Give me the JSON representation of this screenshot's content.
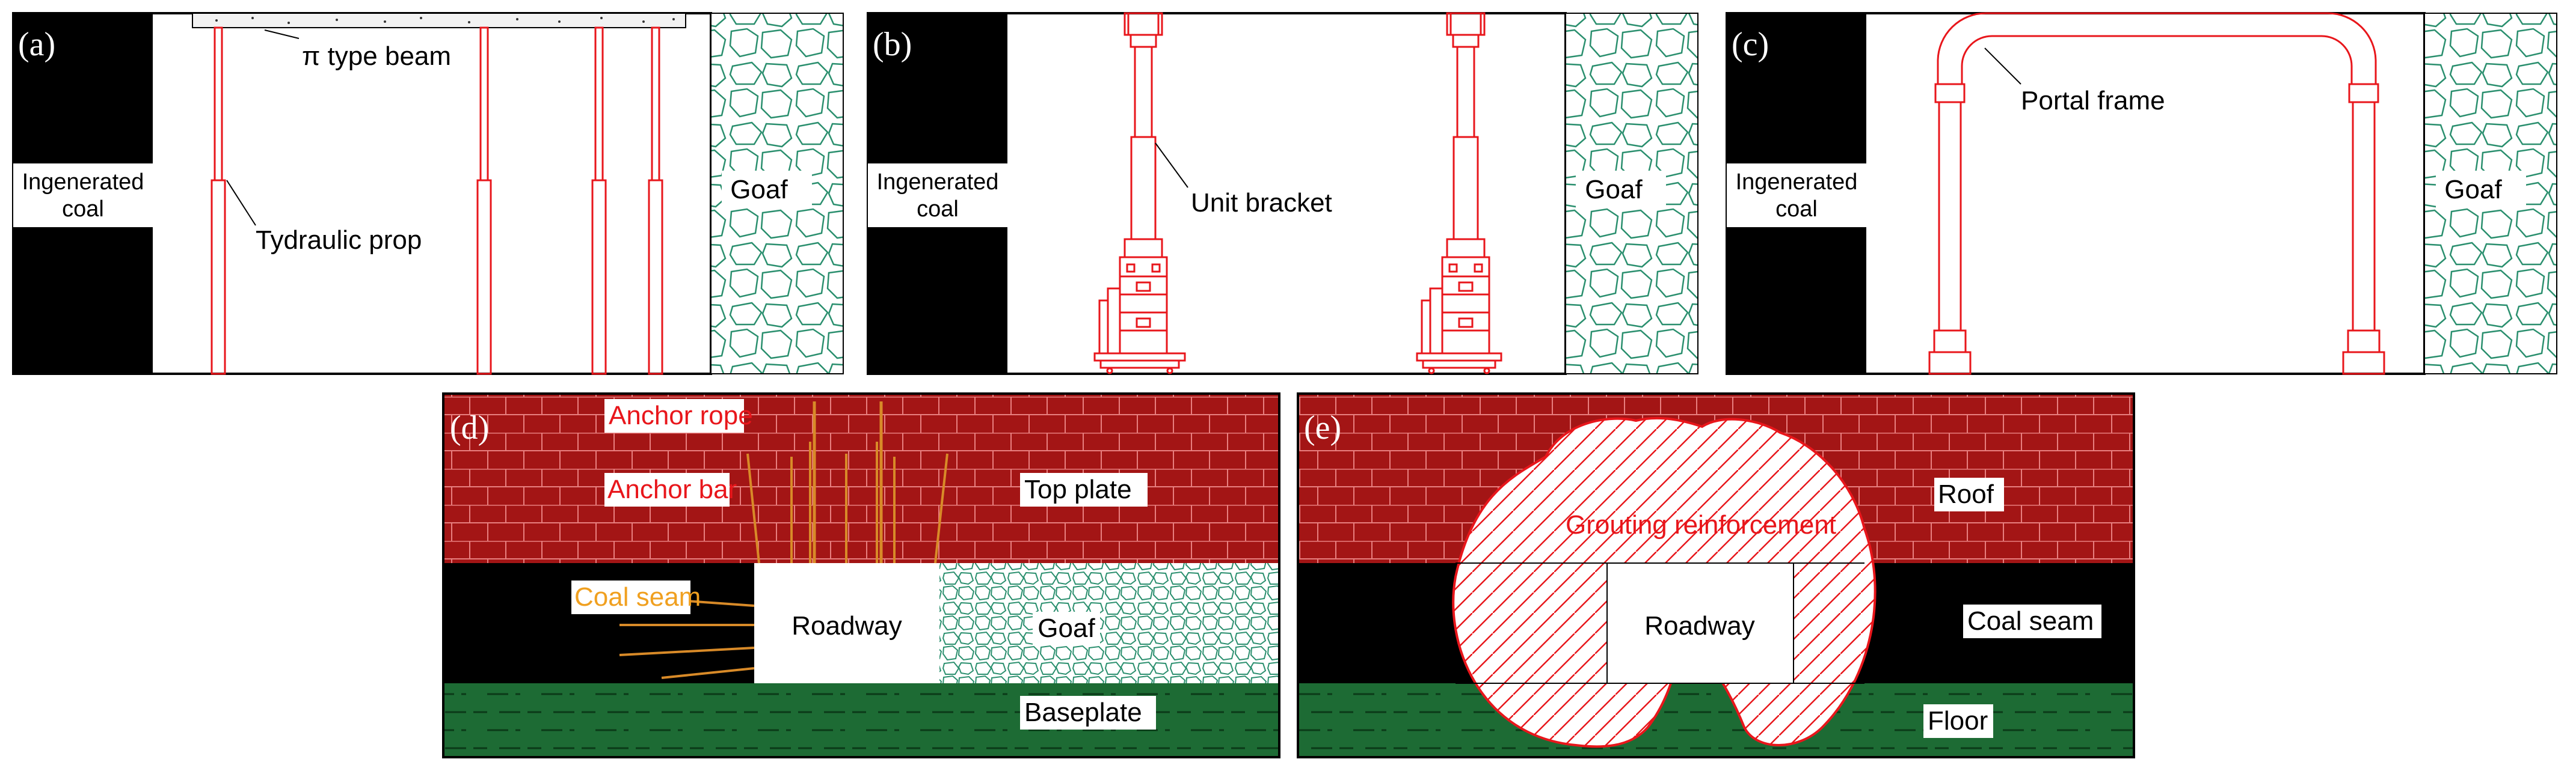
{
  "panels": {
    "a": {
      "tag": "(a)",
      "coal": [
        "Ingenerated",
        "coal"
      ],
      "goaf": "Goaf",
      "beam": "π type beam",
      "prop": "Tydraulic prop"
    },
    "b": {
      "tag": "(b)",
      "coal": [
        "Ingenerated",
        "coal"
      ],
      "goaf": "Goaf",
      "bracket": "Unit bracket"
    },
    "c": {
      "tag": "(c)",
      "coal": [
        "Ingenerated",
        "coal"
      ],
      "goaf": "Goaf",
      "frame": "Portal frame"
    },
    "d": {
      "tag": "(d)",
      "anchor_rope": "Anchor rope",
      "anchor_bar": "Anchor bar",
      "top_plate": "Top plate",
      "coal_seam": "Coal seam",
      "roadway": "Roadway",
      "goaf": "Goaf",
      "baseplate": "Baseplate"
    },
    "e": {
      "tag": "(e)",
      "roof": "Roof",
      "grouting": "Grouting reinforcement",
      "roadway": "Roadway",
      "coal_seam": "Coal seam",
      "floor": "Floor"
    }
  },
  "colors": {
    "support_red": "#e8161b",
    "rock_red": "#a31515",
    "brick_line": "#e87f7f",
    "floor_green": "#1d6b34",
    "goaf_green": "#2a8f6e",
    "anchor_orange": "#d88a28",
    "coal_black": "#000000"
  }
}
